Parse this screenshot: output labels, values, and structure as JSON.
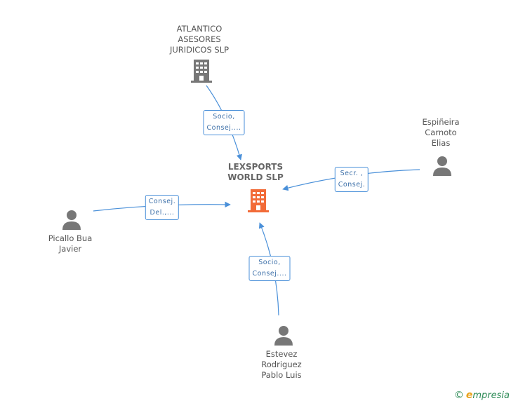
{
  "center": {
    "lines": [
      "LEXSPORTS",
      "WORLD SLP"
    ],
    "icon": "building-icon",
    "color": "#f26b38"
  },
  "nodes": [
    {
      "id": "atlantico",
      "lines": [
        "ATLANTICO",
        "ASESORES",
        "JURIDICOS SLP"
      ],
      "icon": "building-icon"
    },
    {
      "id": "espineira",
      "lines": [
        "Espiñeira",
        "Carnoto",
        "Elias"
      ],
      "icon": "person-icon"
    },
    {
      "id": "picallo",
      "lines": [
        "Picallo Bua",
        "Javier"
      ],
      "icon": "person-icon"
    },
    {
      "id": "estevez",
      "lines": [
        "Estevez",
        "Rodriguez",
        "Pablo Luis"
      ],
      "icon": "person-icon"
    }
  ],
  "edges": [
    {
      "from": "atlantico",
      "lines": [
        "Socio,",
        "Consej...."
      ]
    },
    {
      "from": "espineira",
      "lines": [
        "Secr. ,",
        "Consej."
      ]
    },
    {
      "from": "picallo",
      "lines": [
        "Consej.",
        "Del.,..."
      ]
    },
    {
      "from": "estevez",
      "lines": [
        "Socio,",
        "Consej...."
      ]
    }
  ],
  "brand": {
    "copyright": "©",
    "initial": "e",
    "rest": "mpresia"
  },
  "colors": {
    "edge": "#4a90d9",
    "node_icon": "#777777",
    "center_icon": "#f26b38"
  }
}
